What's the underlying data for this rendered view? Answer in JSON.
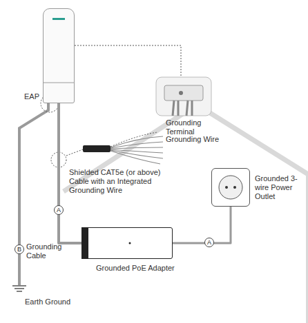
{
  "diagram": {
    "nodes": [
      {
        "text": [
          "EAP"
        ]
      },
      {
        "text": [
          "Grounded PoE Adapter"
        ]
      },
      {
        "text": [
          "Grounded 3-wire Power Outlet"
        ]
      }
    ],
    "edges": [
      {
        "from": 0,
        "to": 1,
        "arrow": "none"
      },
      {
        "from": 1,
        "to": 2,
        "arrow": "none"
      }
    ],
    "labels": [
      "Grounding Terminal",
      "Grounding Wire",
      "Shielded CAT5e (or above) Cable with an Integrated Grounding Wire",
      "A",
      "A",
      "B",
      "Grounding Cable",
      "Earth Ground"
    ]
  }
}
